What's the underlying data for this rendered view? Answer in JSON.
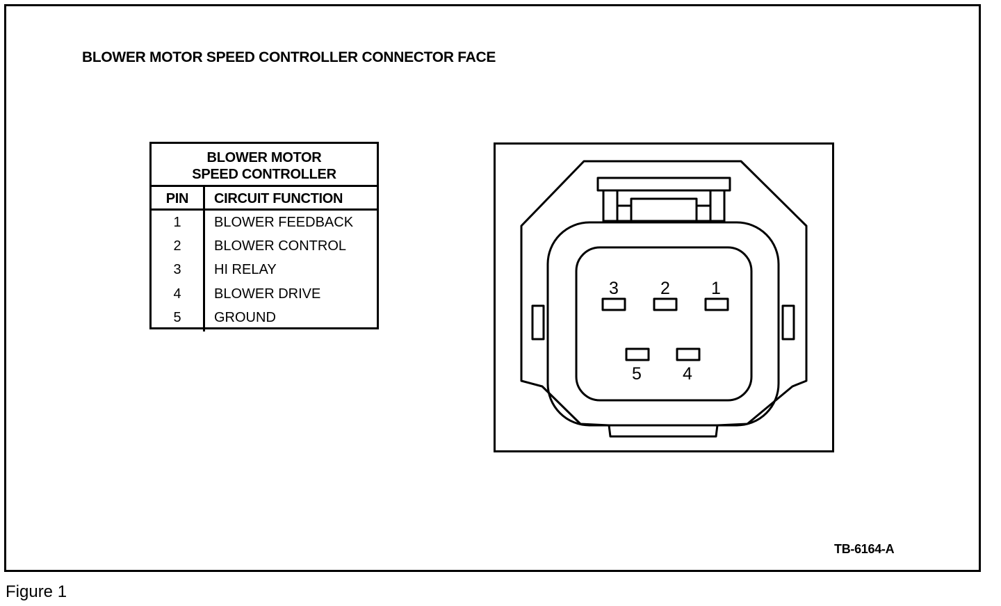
{
  "diagram": {
    "title": "BLOWER MOTOR SPEED CONTROLLER CONNECTOR FACE",
    "table": {
      "heading_line1": "BLOWER MOTOR",
      "heading_line2": "SPEED CONTROLLER",
      "col_pin": "PIN",
      "col_function": "CIRCUIT FUNCTION",
      "rows": [
        {
          "pin": "1",
          "function": "BLOWER FEEDBACK"
        },
        {
          "pin": "2",
          "function": "BLOWER CONTROL"
        },
        {
          "pin": "3",
          "function": "HI RELAY"
        },
        {
          "pin": "4",
          "function": "BLOWER DRIVE"
        },
        {
          "pin": "5",
          "function": "GROUND"
        }
      ]
    },
    "connector": {
      "pin_labels": [
        "3",
        "2",
        "1",
        "5",
        "4"
      ]
    },
    "doc_code": "TB-6164-A",
    "figure_caption": "Figure 1"
  }
}
